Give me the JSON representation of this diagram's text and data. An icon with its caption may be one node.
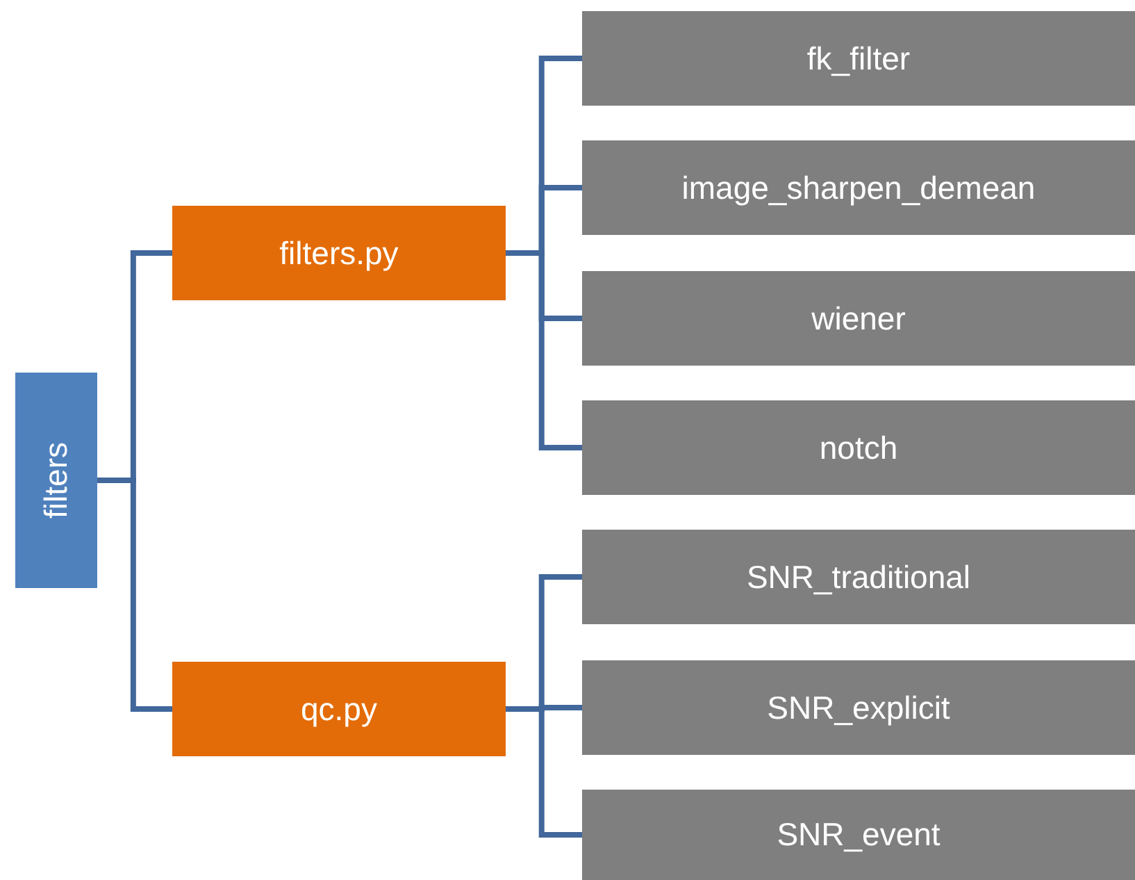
{
  "diagram": {
    "nodes": [
      {
        "text": [
          "filters"
        ]
      },
      {
        "text": [
          "filters.py"
        ]
      },
      {
        "text": [
          "fk_filter"
        ]
      },
      {
        "text": [
          "image_sharpen_demean"
        ]
      },
      {
        "text": [
          "wiener"
        ]
      },
      {
        "text": [
          "notch"
        ]
      },
      {
        "text": [
          "qc.py"
        ]
      },
      {
        "text": [
          "SNR_traditional"
        ]
      },
      {
        "text": [
          "SNR_explicit"
        ]
      },
      {
        "text": [
          "SNR_event"
        ]
      }
    ],
    "edges": [
      {
        "from": 0,
        "to": 1,
        "arrow": "none"
      },
      {
        "from": 0,
        "to": 6,
        "arrow": "none"
      },
      {
        "from": 1,
        "to": 2,
        "arrow": "none"
      },
      {
        "from": 1,
        "to": 3,
        "arrow": "none"
      },
      {
        "from": 1,
        "to": 4,
        "arrow": "none"
      },
      {
        "from": 1,
        "to": 5,
        "arrow": "none"
      },
      {
        "from": 6,
        "to": 7,
        "arrow": "none"
      },
      {
        "from": 6,
        "to": 8,
        "arrow": "none"
      },
      {
        "from": 6,
        "to": 9,
        "arrow": "none"
      }
    ]
  }
}
